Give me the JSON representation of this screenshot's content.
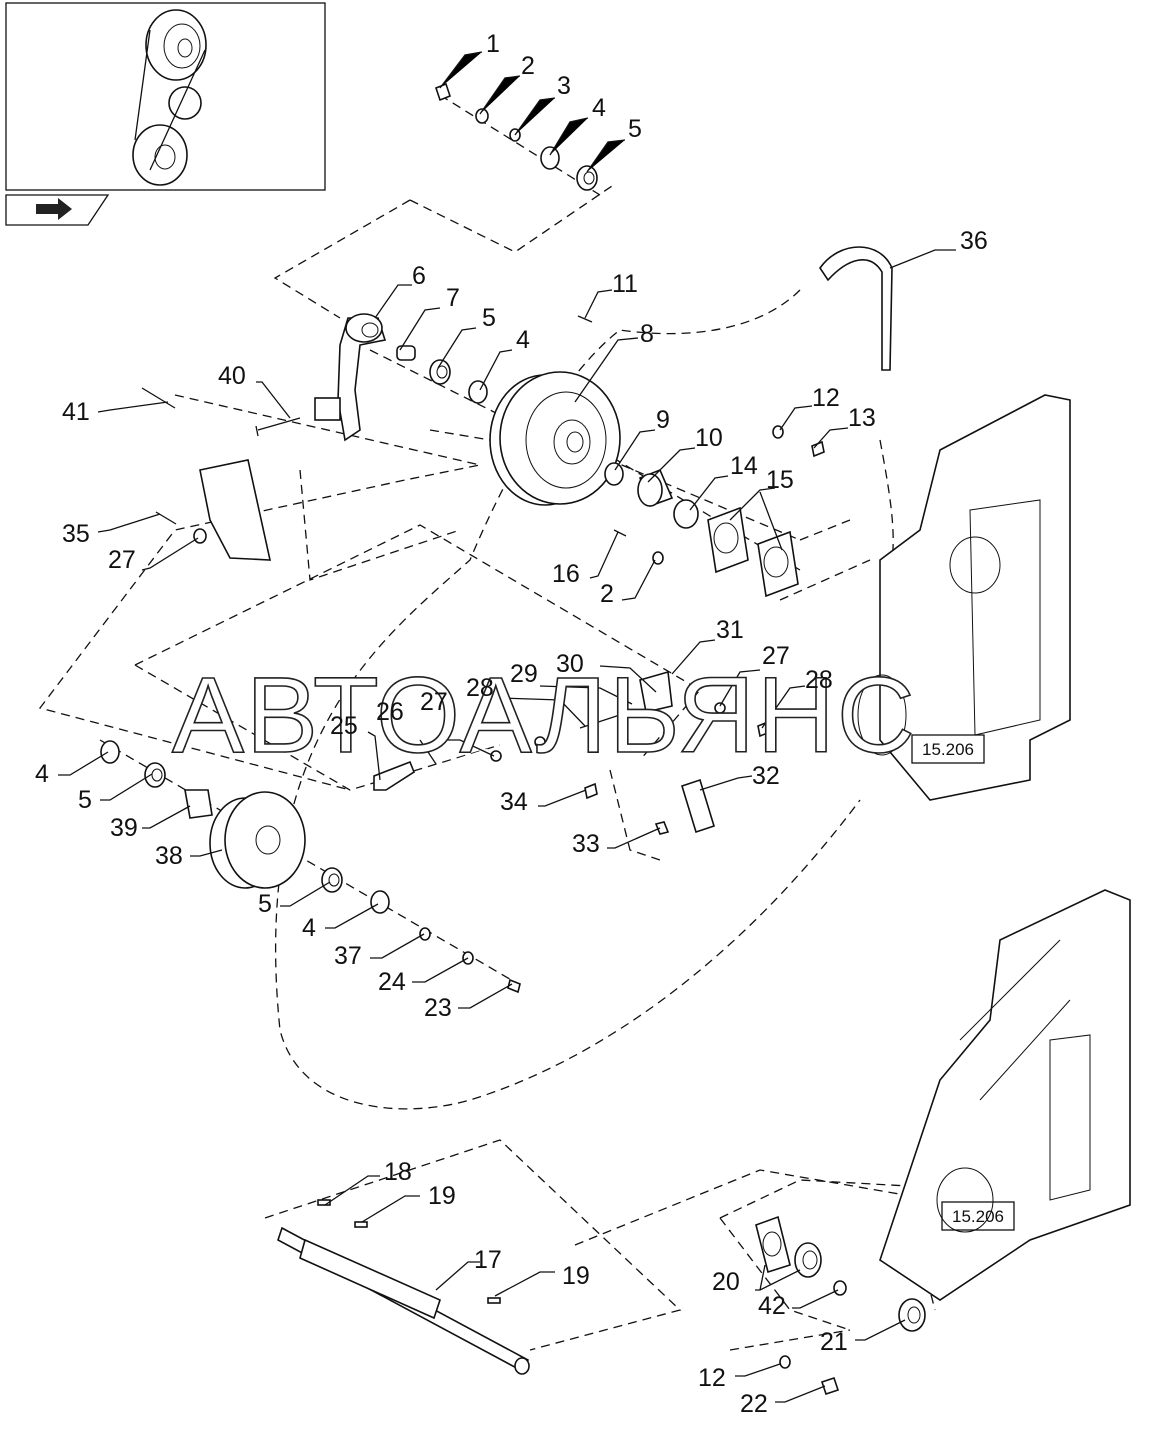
{
  "labels": {
    "l1": "1",
    "l2a": "2",
    "l3": "3",
    "l4a": "4",
    "l5a": "5",
    "l36": "36",
    "l6": "6",
    "l11": "11",
    "l7": "7",
    "l5b": "5",
    "l8": "8",
    "l4b": "4",
    "l40": "40",
    "l41": "41",
    "l9": "9",
    "l10": "10",
    "l12a": "12",
    "l13": "13",
    "l14": "14",
    "l15": "15",
    "l35": "35",
    "l27a": "27",
    "l16": "16",
    "l2b": "2",
    "l31": "31",
    "l30": "30",
    "l29": "29",
    "l28a": "28",
    "l27b": "27",
    "l28b": "28",
    "l27c": "27",
    "l26": "26",
    "l25": "25",
    "l4c": "4",
    "l5c": "5",
    "l39": "39",
    "l38": "38",
    "l34": "34",
    "l32": "32",
    "l33": "33",
    "l5d": "5",
    "l4d": "4",
    "l37": "37",
    "l24": "24",
    "l23": "23",
    "l18": "18",
    "l19a": "19",
    "l17": "17",
    "l19b": "19",
    "l20": "20",
    "l42": "42",
    "l21": "21",
    "l12b": "12",
    "l22": "22"
  },
  "refs": {
    "ref1": "15.206",
    "ref2": "15.206"
  },
  "watermark": "АВТОАЛЬЯНС"
}
